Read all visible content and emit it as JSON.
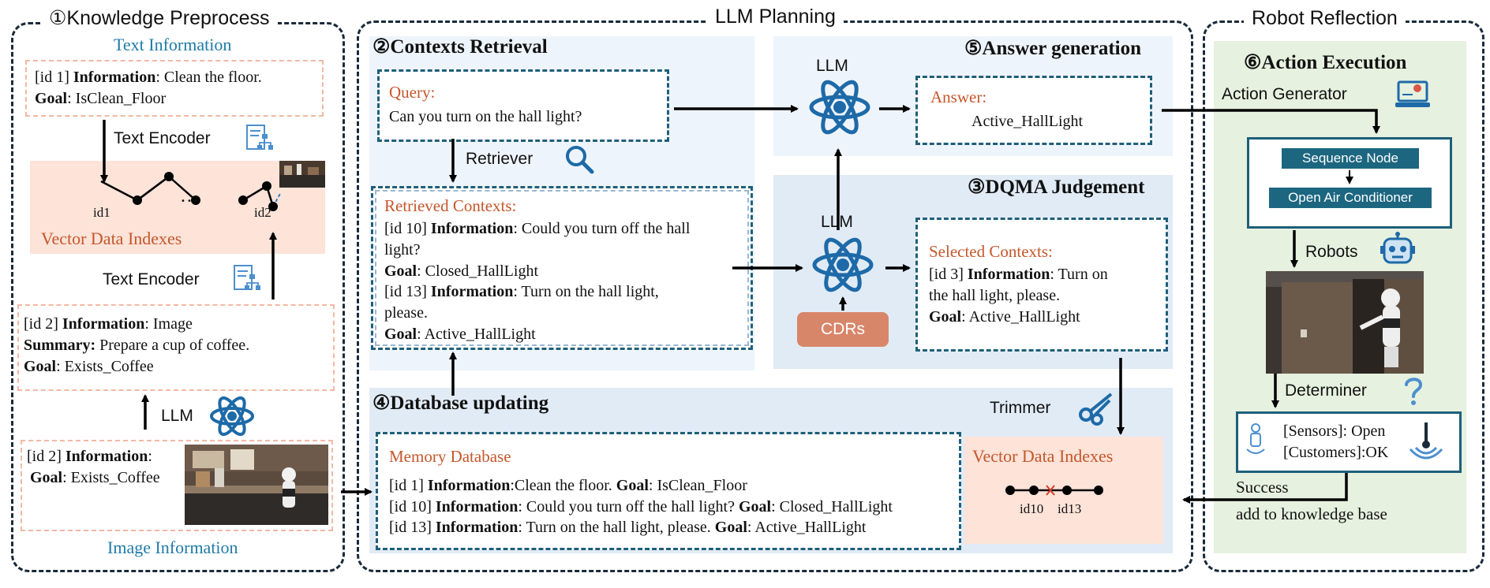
{
  "sections": {
    "knowledge": "①Knowledge Preprocess",
    "llm_planning": "LLM Planning",
    "robot_reflection": "Robot Reflection"
  },
  "knowledge": {
    "text_info_title": "Text Information",
    "text_card": {
      "line1_prefix": "[id 1] ",
      "line1_key": "Information",
      "line1_val": ": Clean the floor.",
      "line2_key": "Goal",
      "line2_val": ": IsClean_Floor"
    },
    "text_encoder_1": "Text Encoder",
    "graph_dots": "…",
    "graph_id1": "id1",
    "graph_id2": "id2",
    "vector_indexes": "Vector Data Indexes",
    "text_encoder_2": "Text Encoder",
    "summary_card": {
      "l1_prefix": "[id 2] ",
      "l1_key": "Information",
      "l1_val": ": Image",
      "l2_key": "Summary:",
      "l2_val": " Prepare a cup of coffee.",
      "l3_key": "Goal",
      "l3_val": ": Exists_Coffee"
    },
    "llm": "LLM",
    "image_card": {
      "l1_prefix": "[id 2] ",
      "l1_key": "Information",
      "l1_val": ":",
      "l2_key": "Goal",
      "l2_val": ": Exists_Coffee"
    },
    "image_info_title": "Image Information"
  },
  "retrieval": {
    "title": "②Contexts Retrieval",
    "query_label": "Query:",
    "query_text": "Can you turn on the hall light?",
    "retriever": "Retriever",
    "retrieved_label": "Retrieved Contexts:",
    "r1a_prefix": "[id 10] ",
    "r1a_key": "Information",
    "r1a_val": ": Could you turn off the hall",
    "r1b": "light?",
    "r2_key": "Goal",
    "r2_val": ": Closed_HallLight",
    "r3a_prefix": "[id 13] ",
    "r3a_key": "Information",
    "r3a_val": ": Turn on the hall light,",
    "r3b": "please.",
    "r4_key": "Goal",
    "r4_val": ": Active_HallLight"
  },
  "answer": {
    "title": "⑤Answer generation",
    "llm": "LLM",
    "label": "Answer:",
    "value": "Active_HallLight"
  },
  "dqma": {
    "title": "③DQMA Judgement",
    "llm": "LLM",
    "cdrs": "CDRs",
    "selected_label": "Selected Contexts:",
    "s1_prefix": "[id 3] ",
    "s1_key": "Information",
    "s1_val": ": Turn on",
    "s2": "the hall light, please.",
    "s3_key": "Goal",
    "s3_val": ": Active_HallLight"
  },
  "database": {
    "title": "④Database updating",
    "trimmer": "Trimmer",
    "memory_label": "Memory Database",
    "m1_prefix": "[id 1] ",
    "m1_key": "Information",
    "m1_mid": ":Clean the floor. ",
    "m1_key2": "Goal",
    "m1_val2": ": IsClean_Floor",
    "m2_prefix": "[id 10] ",
    "m2_key": "Information",
    "m2_mid": ": Could you turn off the hall light?  ",
    "m2_key2": "Goal",
    "m2_val2": ": Closed_HallLight",
    "m3_prefix": "[id 13] ",
    "m3_key": "Information",
    "m3_mid": ": Turn on the hall light, please.  ",
    "m3_key2": "Goal",
    "m3_val2": ": Active_HallLight",
    "vector_label": "Vector Data Indexes",
    "id_a": "id10",
    "id_b": "id13"
  },
  "robot": {
    "title": "⑥Action Execution",
    "action_generator": "Action Generator",
    "seq_node": "Sequence Node",
    "open_ac": "Open Air Conditioner",
    "robots": "Robots",
    "determiner": "Determiner",
    "sensors": "[Sensors]: Open",
    "customers": "[Customers]:OK",
    "success": "Success",
    "add_kb": "add to knowledge base"
  },
  "colors": {
    "teal": "#1e5f7a",
    "orange_text": "#c4572c",
    "pink_fill": "#fde3d8",
    "light_blue": "#eef4fb",
    "mid_blue": "#e1ebf6",
    "green": "#e6f1df",
    "icon_blue": "#1e6aa8",
    "cdr": "#d8866a"
  }
}
